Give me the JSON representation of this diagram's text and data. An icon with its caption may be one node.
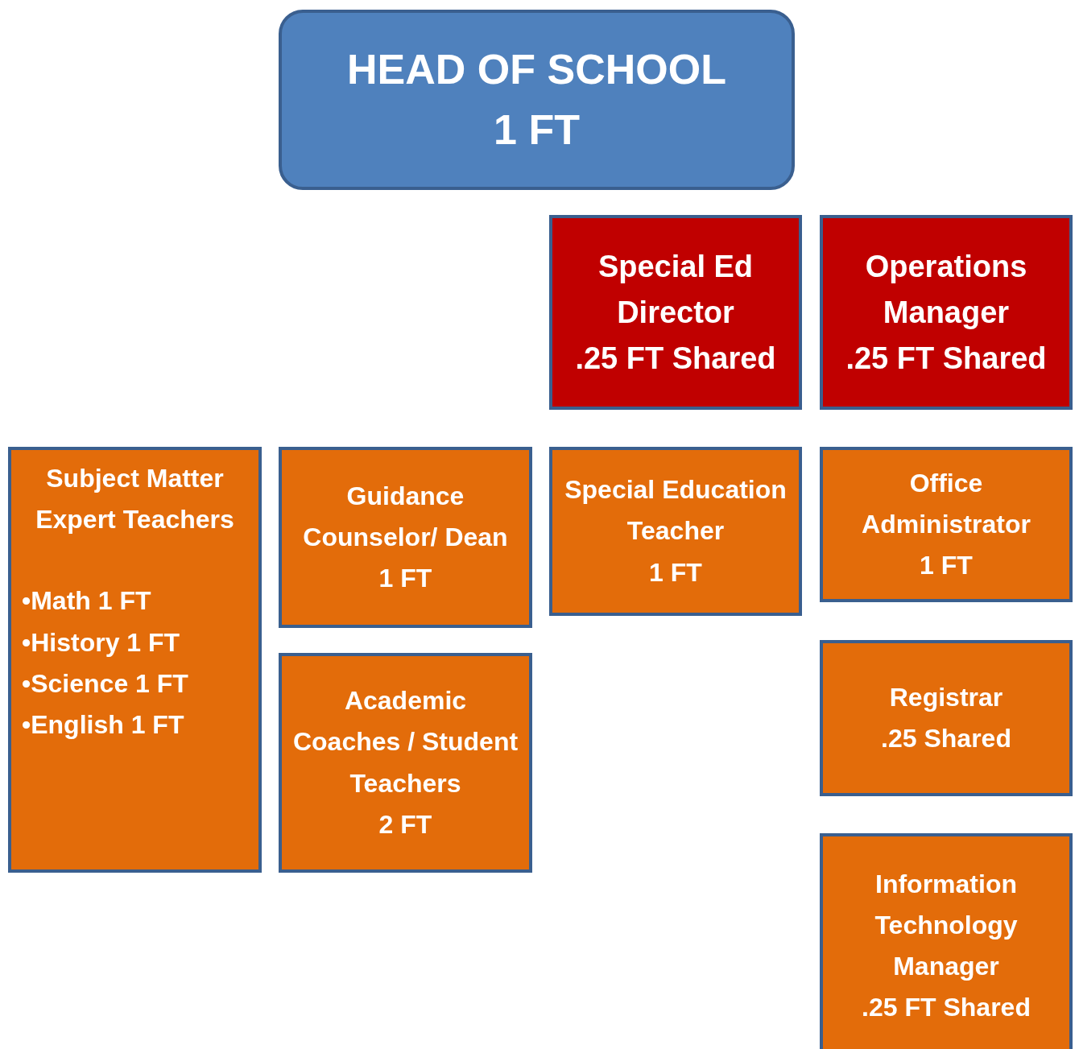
{
  "diagram": {
    "nodes": [
      {
        "text": [
          "HEAD OF SCHOOL",
          "1 FT"
        ]
      },
      {
        "text": [
          "Special Ed Director",
          ".25 FT Shared"
        ]
      },
      {
        "text": [
          "Operations Manager",
          ".25 FT Shared"
        ]
      },
      {
        "text": [
          "Subject Matter Expert Teachers",
          "•Math 1 FT",
          "•History 1 FT",
          "•Science 1 FT",
          "•English 1 FT"
        ]
      },
      {
        "text": [
          "Guidance Counselor/ Dean",
          "1 FT"
        ]
      },
      {
        "text": [
          "Academic Coaches / Student Teachers",
          "2 FT"
        ]
      },
      {
        "text": [
          "Special Education Teacher",
          "1 FT"
        ]
      },
      {
        "text": [
          "Office Administrator",
          "1 FT"
        ]
      },
      {
        "text": [
          "Registrar",
          ".25 Shared"
        ]
      },
      {
        "text": [
          "Information Technology Manager",
          ".25 FT Shared"
        ]
      }
    ]
  }
}
